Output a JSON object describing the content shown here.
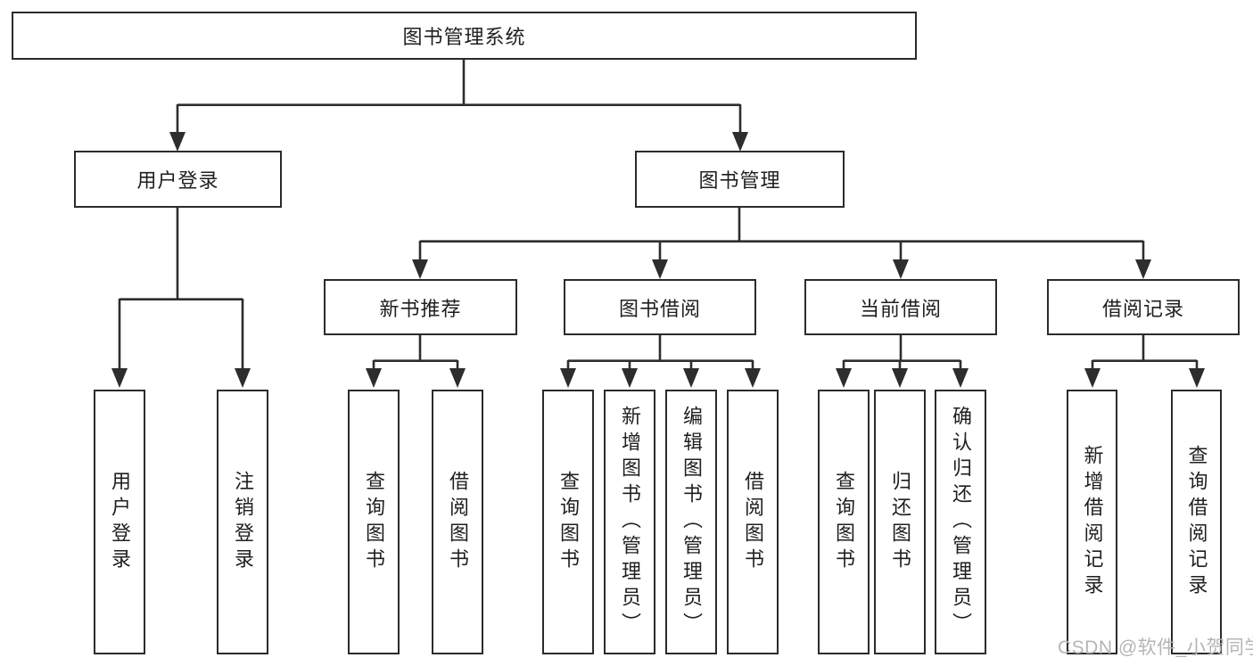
{
  "diagram": {
    "root": "图书管理系统",
    "branches": [
      {
        "label": "用户登录",
        "children": [
          "用户登录",
          "注销登录"
        ]
      },
      {
        "label": "图书管理",
        "modules": [
          {
            "label": "新书推荐",
            "children": [
              "查询图书",
              "借阅图书"
            ]
          },
          {
            "label": "图书借阅",
            "children": [
              "查询图书",
              "新增图书（管理员）",
              "编辑图书（管理员）",
              "借阅图书"
            ]
          },
          {
            "label": "当前借阅",
            "children": [
              "查询图书",
              "归还图书",
              "确认归还（管理员）"
            ]
          },
          {
            "label": "借阅记录",
            "children": [
              "新增借阅记录",
              "查询借阅记录"
            ]
          }
        ]
      }
    ]
  },
  "watermark": "CSDN @软件_小贺同学",
  "colors": {
    "line": "#2d2d2d",
    "border": "#2b2b2b",
    "text": "#1f1f1f",
    "watermark": "#b5b5b5",
    "background": "#ffffff"
  }
}
